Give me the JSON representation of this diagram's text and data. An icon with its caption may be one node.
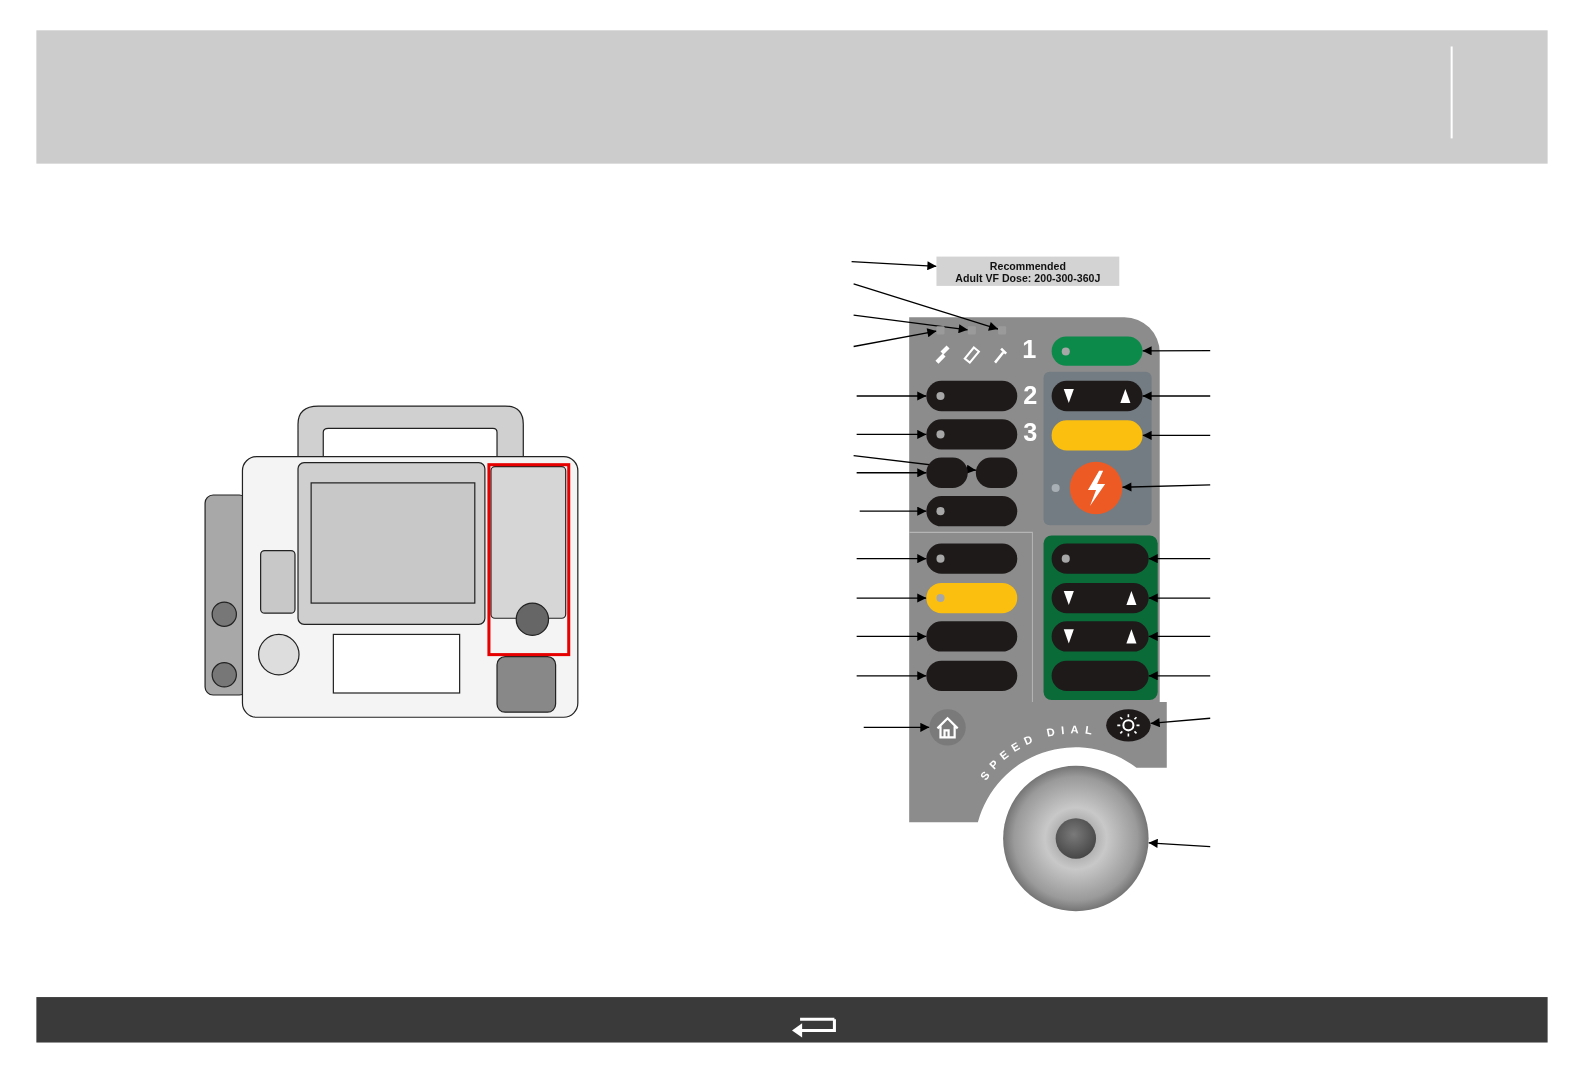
{
  "diagram": {
    "nodes": [
      {
        "text": [
          "Recommended Adult VF Dose: 200-300-360J"
        ]
      },
      {
        "text": [],
        "shape": "box"
      },
      {
        "text": [],
        "shape": "box"
      },
      {
        "text": [],
        "shape": "box"
      },
      {
        "text": [],
        "shape": "button"
      },
      {
        "text": [],
        "shape": "button"
      },
      {
        "text": [],
        "shape": "button"
      },
      {
        "text": [],
        "shape": "button"
      },
      {
        "text": [],
        "shape": "button"
      },
      {
        "text": [],
        "shape": "button"
      },
      {
        "text": [],
        "shape": "button"
      },
      {
        "text": [],
        "shape": "button"
      },
      {
        "text": [],
        "shape": "button"
      },
      {
        "text": [],
        "shape": "button"
      },
      {
        "text": [],
        "shape": "button"
      },
      {
        "text": [],
        "shape": "button"
      },
      {
        "text": [],
        "shape": "button"
      },
      {
        "text": [],
        "shape": "button"
      },
      {
        "text": [],
        "shape": "button"
      },
      {
        "text": [],
        "shape": "button"
      },
      {
        "text": [],
        "shape": "button"
      },
      {
        "text": [],
        "shape": "button"
      },
      {
        "text": [],
        "shape": "button"
      },
      {
        "text": [],
        "shape": "circle"
      }
    ],
    "edges": [
      {
        "from": null,
        "to": 0,
        "arrow": "to"
      },
      {
        "from": null,
        "to": 3,
        "arrow": "to"
      },
      {
        "from": null,
        "to": 2,
        "arrow": "to"
      },
      {
        "from": null,
        "to": 1,
        "arrow": "to"
      },
      {
        "from": null,
        "to": 4,
        "arrow": "to"
      },
      {
        "from": null,
        "to": 5,
        "arrow": "to"
      },
      {
        "from": null,
        "to": 7,
        "arrow": "to"
      },
      {
        "from": null,
        "to": 6,
        "arrow": "to"
      },
      {
        "from": null,
        "to": 8,
        "arrow": "to"
      },
      {
        "from": null,
        "to": 9,
        "arrow": "to"
      },
      {
        "from": null,
        "to": 10,
        "arrow": "to"
      },
      {
        "from": null,
        "to": 11,
        "arrow": "to"
      },
      {
        "from": null,
        "to": 12,
        "arrow": "to"
      },
      {
        "from": null,
        "to": 13,
        "arrow": "to"
      },
      {
        "from": null,
        "to": 14,
        "arrow": "to"
      },
      {
        "from": null,
        "to": 15,
        "arrow": "to"
      },
      {
        "from": null,
        "to": 16,
        "arrow": "to"
      },
      {
        "from": null,
        "to": 17,
        "arrow": "to"
      },
      {
        "from": null,
        "to": 18,
        "arrow": "to"
      },
      {
        "from": null,
        "to": 19,
        "arrow": "to"
      },
      {
        "from": null,
        "to": 20,
        "arrow": "to"
      },
      {
        "from": null,
        "to": 21,
        "arrow": "to"
      },
      {
        "from": null,
        "to": 22,
        "arrow": "to"
      },
      {
        "from": null,
        "to": 23,
        "arrow": "to"
      }
    ],
    "labels": [
      "1",
      "2",
      "3",
      "SPEED DIAL"
    ]
  }
}
